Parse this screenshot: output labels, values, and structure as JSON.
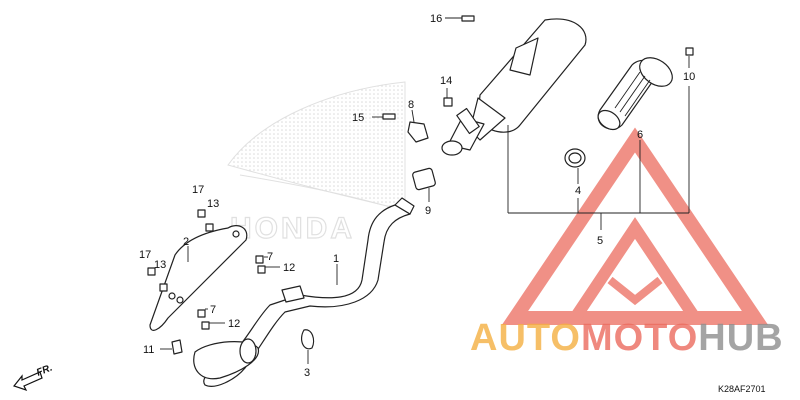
{
  "diagram": {
    "callouts": [
      "1",
      "2",
      "3",
      "4",
      "5",
      "6",
      "7",
      "7",
      "8",
      "9",
      "10",
      "11",
      "12",
      "12",
      "13",
      "13",
      "14",
      "15",
      "16",
      "17",
      "17"
    ],
    "direction_label": "FR.",
    "diagram_code": "K28AF2701",
    "background_logo_text": "HONDA",
    "watermark": {
      "part1": "AUTO",
      "part2": "MOTO",
      "part3": "HUB",
      "color_orange": "#f5b042",
      "color_red": "#ec6b5e",
      "color_gray": "#8e8e8e"
    }
  }
}
